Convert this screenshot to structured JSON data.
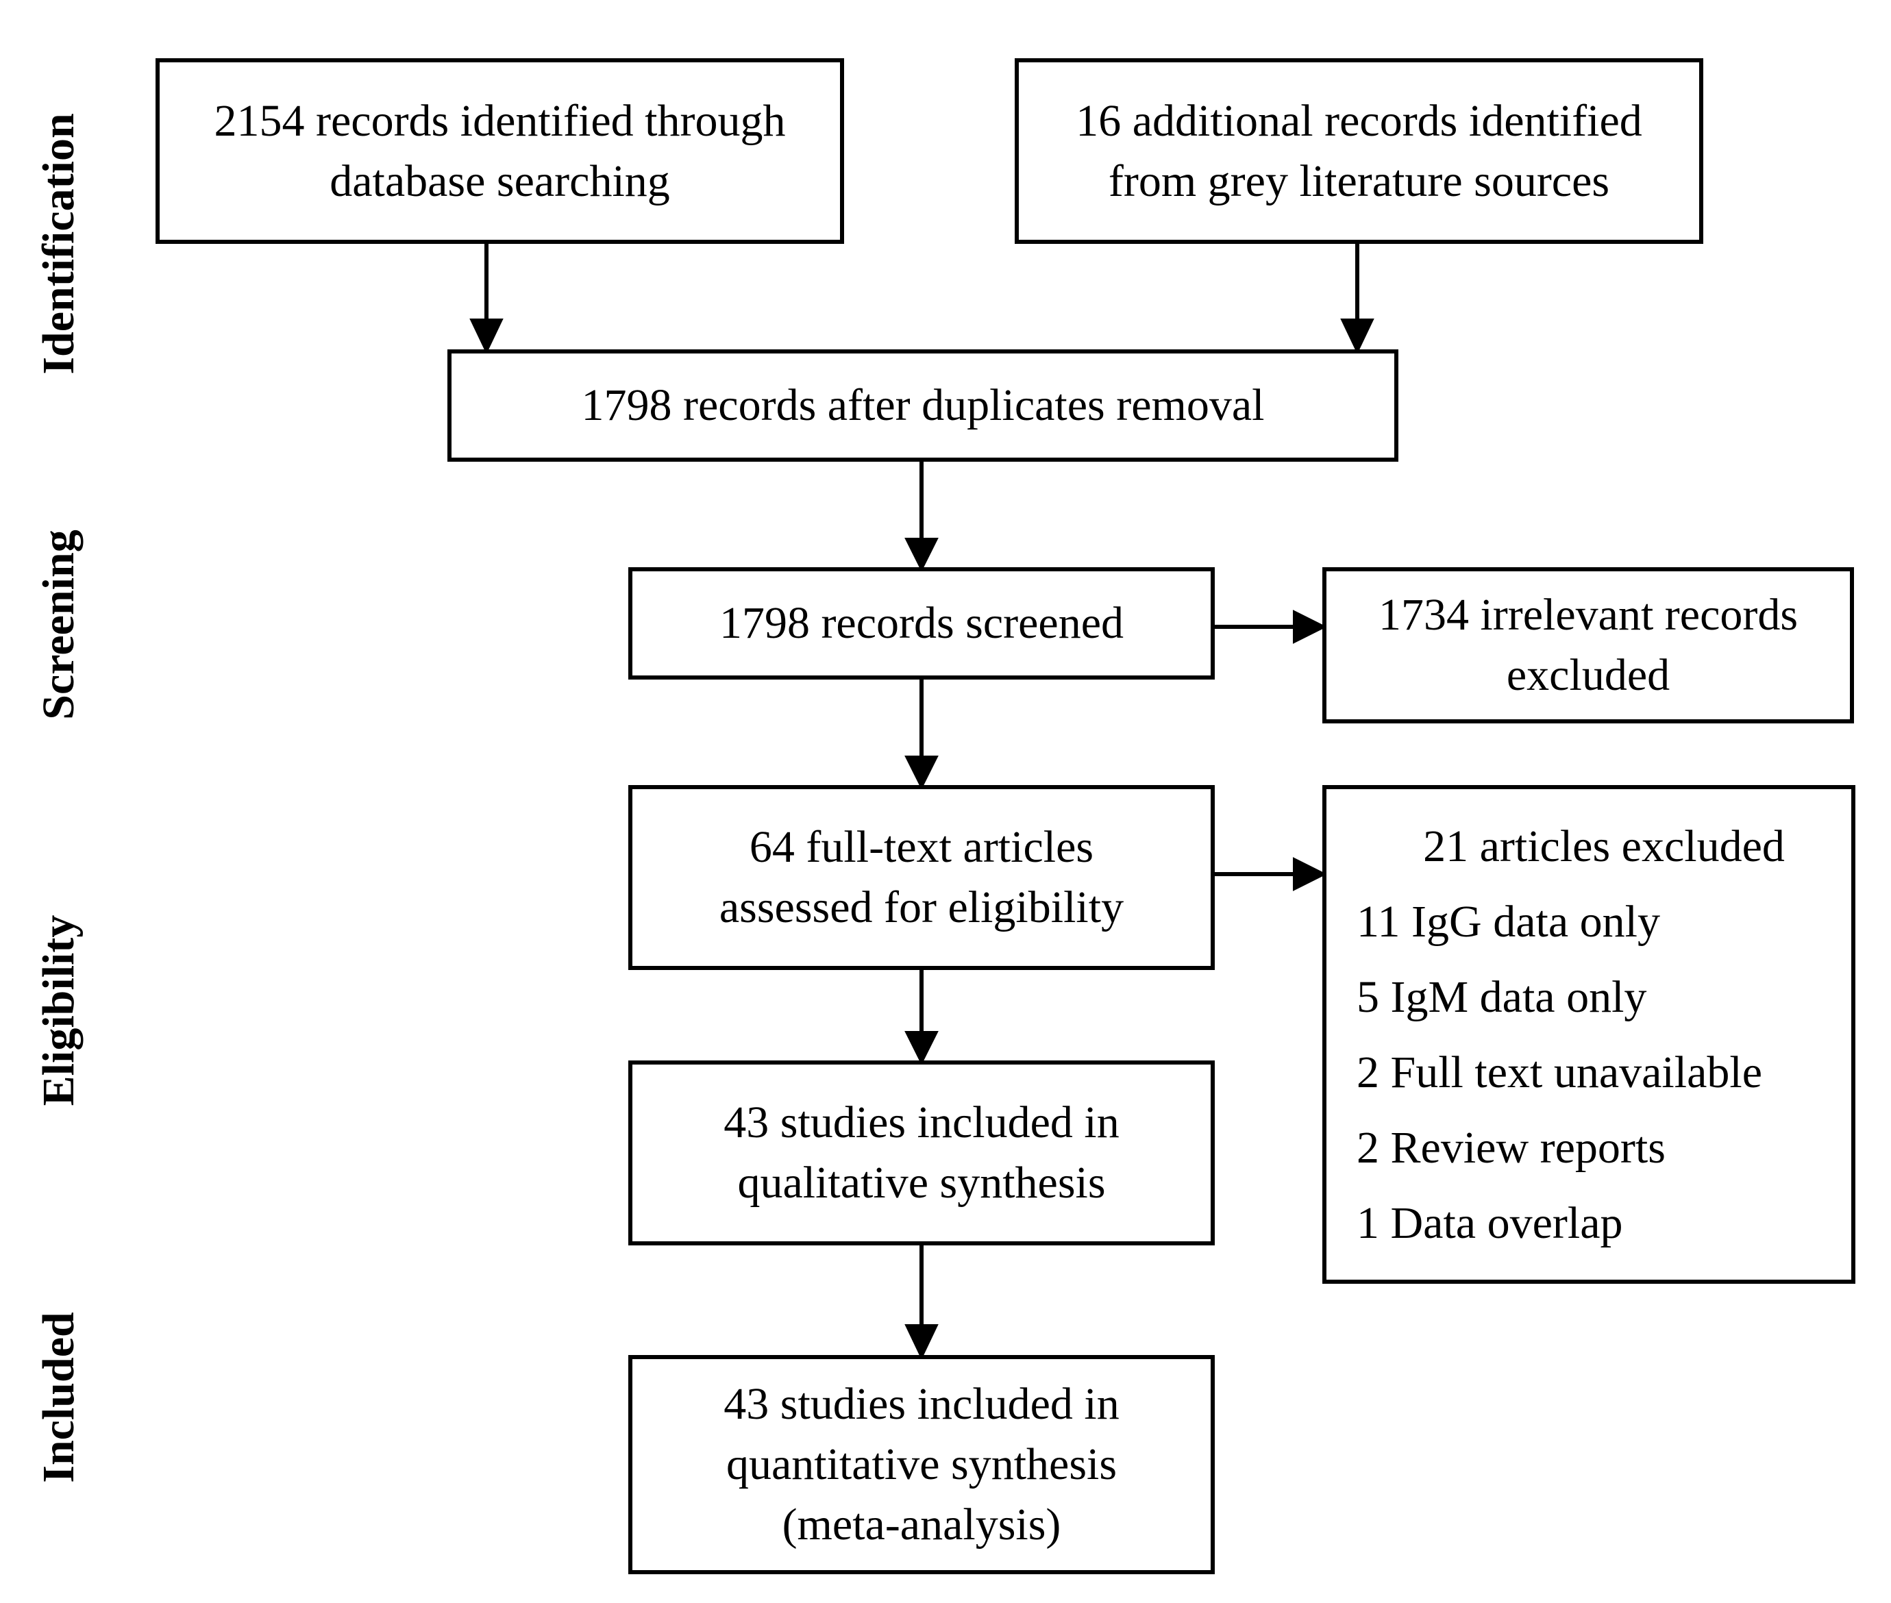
{
  "stages": [
    "Identification",
    "Screening",
    "Eligibility",
    "Included"
  ],
  "boxes": {
    "database": [
      "2154 records identified through",
      "database searching"
    ],
    "grey": [
      "16 additional records identified",
      "from grey literature sources"
    ],
    "dedup": [
      "1798 records after duplicates removal"
    ],
    "screened": [
      "1798 records screened"
    ],
    "irrelevant": [
      "1734 irrelevant records",
      "excluded"
    ],
    "fulltext": [
      "64 full-text articles",
      "assessed for eligibility"
    ],
    "excluded": {
      "heading": "21 articles excluded",
      "reasons": [
        "11 IgG data only",
        "5 IgM data only",
        "2 Full text unavailable",
        "2 Review reports",
        "1 Data overlap"
      ]
    },
    "qualitative": [
      "43 studies included in",
      "qualitative synthesis"
    ],
    "quantitative": [
      "43 studies included in",
      "quantitative synthesis",
      "(meta-analysis)"
    ]
  }
}
